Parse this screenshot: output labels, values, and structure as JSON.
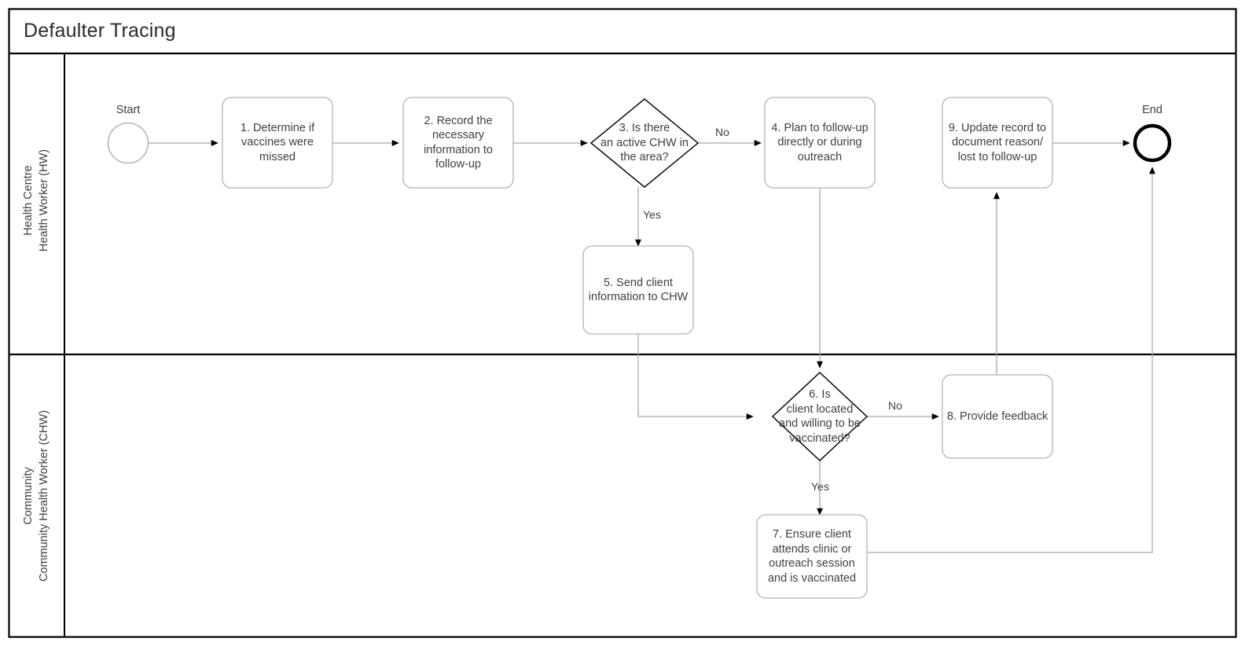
{
  "pool": {
    "title": "Defaulter Tracing"
  },
  "lanes": [
    {
      "id": "lane-health-centre",
      "label": "Health Centre\nHealth Worker (HW)"
    },
    {
      "id": "lane-community",
      "label": "Community\nCommunity Health Worker (CHW)"
    }
  ],
  "events": [
    {
      "id": "start-event",
      "label": "Start",
      "type": "start"
    },
    {
      "id": "end-event",
      "label": "End",
      "type": "end"
    }
  ],
  "tasks": [
    {
      "id": "task-1",
      "label": "1. Determine if\nvaccines were\nmissed"
    },
    {
      "id": "task-2",
      "label": "2. Record the\nnecessary\ninformation to\nfollow-up"
    },
    {
      "id": "task-4",
      "label": "4. Plan to follow-up\ndirectly or during\noutreach"
    },
    {
      "id": "task-9",
      "label": "9. Update record to\ndocument reason/\nlost to follow-up"
    },
    {
      "id": "task-5",
      "label": "5. Send client\ninformation to CHW"
    },
    {
      "id": "task-8",
      "label": "8. Provide feedback"
    },
    {
      "id": "task-7",
      "label": "7. Ensure client\nattends clinic or\noutreach session\nand is vaccinated"
    }
  ],
  "gateways": [
    {
      "id": "gateway-3",
      "label": "3. Is there\nan active CHW in\nthe area?"
    },
    {
      "id": "gateway-6",
      "label": "6. Is\nclient located\nand willing to be\nvaccinated?"
    }
  ],
  "edge_labels": [
    {
      "id": "edge-label-3-no",
      "label": "No"
    },
    {
      "id": "edge-label-3-yes",
      "label": "Yes"
    },
    {
      "id": "edge-label-6-no",
      "label": "No"
    },
    {
      "id": "edge-label-6-yes",
      "label": "Yes"
    }
  ],
  "colors": {
    "frame": "#000000",
    "task_stroke": "#b3b3b3",
    "gateway_stroke": "#000000",
    "connector": "#a6a6a6",
    "arrowhead": "#000000",
    "text": "#3f4040",
    "canvas": "#ffffff"
  }
}
